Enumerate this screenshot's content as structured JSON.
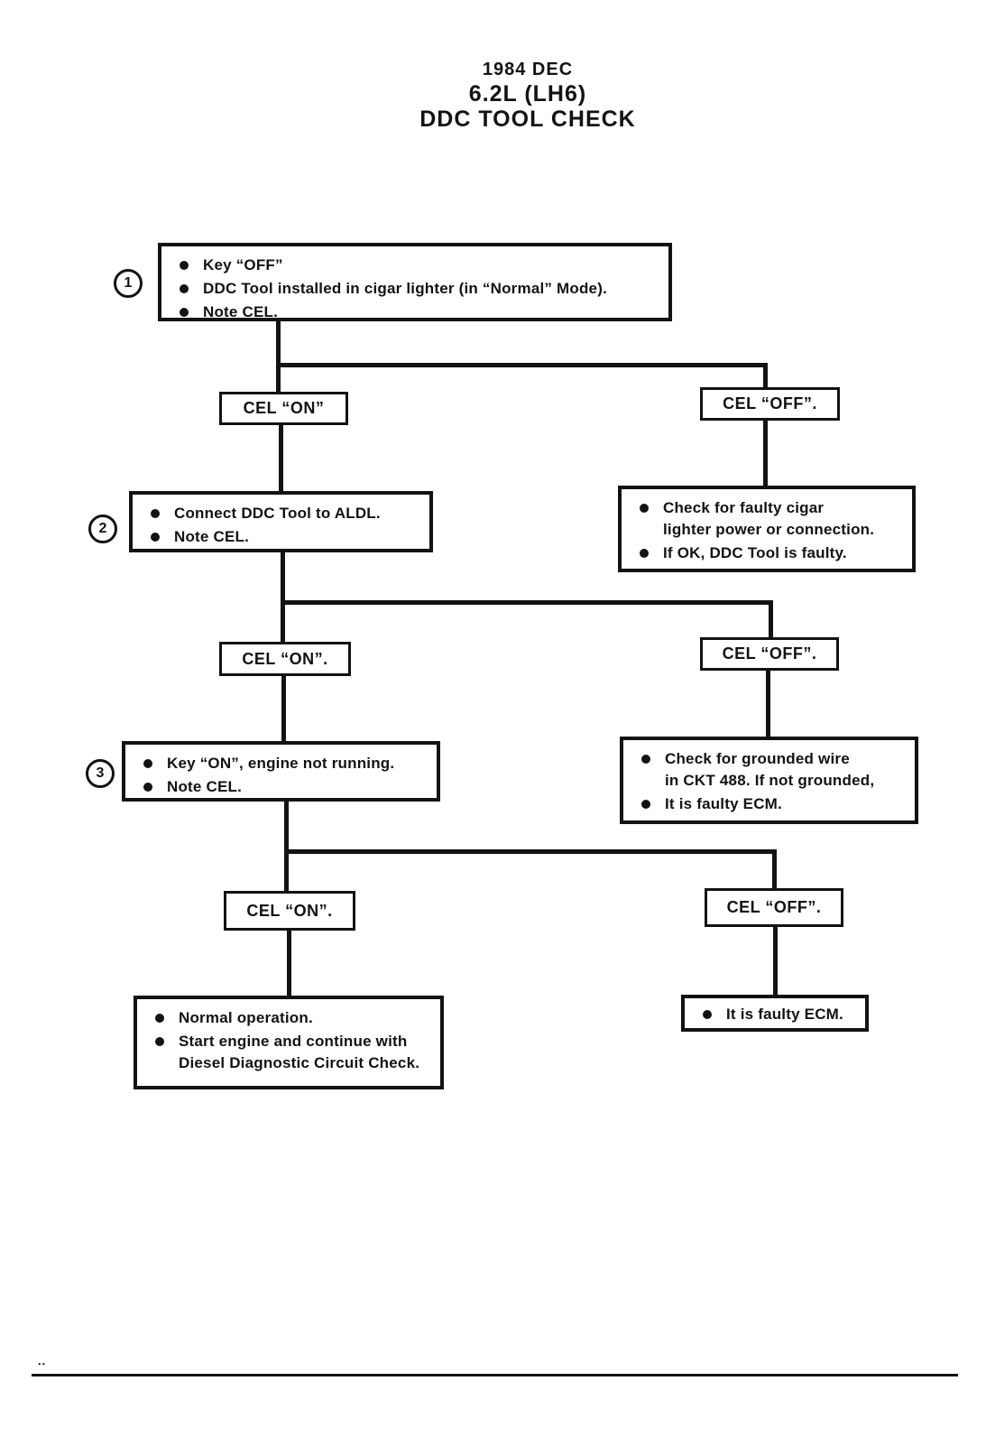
{
  "page": {
    "title_line1": "1984 DEC",
    "title_line2": "6.2L (LH6)",
    "title_line3": "DDC TOOL CHECK",
    "footer_mark": "..",
    "ink_color": "#131313",
    "background_color": "#ffffff"
  },
  "flow": {
    "step1": {
      "num": "1",
      "bullets": [
        [
          "Key “OFF”"
        ],
        [
          "DDC Tool installed in cigar lighter (in “Normal” Mode)."
        ],
        [
          "Note CEL."
        ]
      ]
    },
    "l1_on": "CEL “ON”",
    "l1_off": "CEL “OFF”.",
    "step2": {
      "num": "2",
      "bullets": [
        [
          "Connect DDC Tool to ALDL."
        ],
        [
          "Note CEL."
        ]
      ]
    },
    "cigar": {
      "bullets": [
        [
          "Check for faulty cigar",
          "lighter power or connection."
        ],
        [
          "If OK, DDC Tool is faulty."
        ]
      ]
    },
    "l2_on": "CEL “ON”.",
    "l2_off": "CEL “OFF”.",
    "step3": {
      "num": "3",
      "bullets": [
        [
          "Key “ON”, engine not running."
        ],
        [
          "Note CEL."
        ]
      ]
    },
    "grounded": {
      "bullets": [
        [
          "Check for grounded wire",
          "in CKT 488. If not grounded,"
        ],
        [
          "It is faulty ECM."
        ]
      ]
    },
    "l3_on": "CEL “ON”.",
    "l3_off": "CEL “OFF”.",
    "normal": {
      "bullets": [
        [
          "Normal operation."
        ],
        [
          "Start engine and continue with",
          "Diesel Diagnostic Circuit Check."
        ]
      ]
    },
    "ecm": {
      "bullets": [
        [
          "It is faulty ECM."
        ]
      ]
    }
  }
}
